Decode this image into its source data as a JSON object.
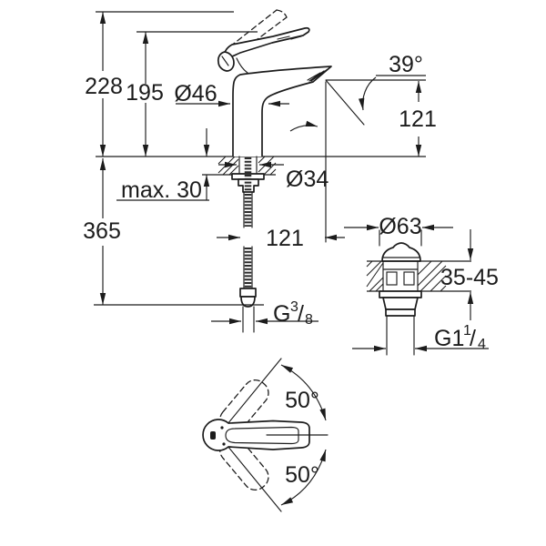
{
  "drawing": {
    "colors": {
      "background": "#ffffff",
      "ink": "#1c1c1c"
    },
    "side_view": {
      "total_height": "228",
      "height_to_lever": "195",
      "body_diameter": "Ø46",
      "spout_angle": "39°",
      "spout_height": "121",
      "max_deck_thickness": "max. 30",
      "hole_diameter": "Ø34",
      "spout_projection": "121",
      "hose_length": "365",
      "hose_thread": {
        "prefix": "G",
        "numerator": "3",
        "denominator": "8"
      }
    },
    "waste_view": {
      "flange_diameter": "Ø63",
      "deck_thickness_range": "35-45",
      "thread": {
        "prefix": "G1",
        "numerator": "1",
        "denominator": "4"
      }
    },
    "top_view": {
      "handle_angle_up": "50°",
      "handle_angle_down": "50°"
    }
  }
}
